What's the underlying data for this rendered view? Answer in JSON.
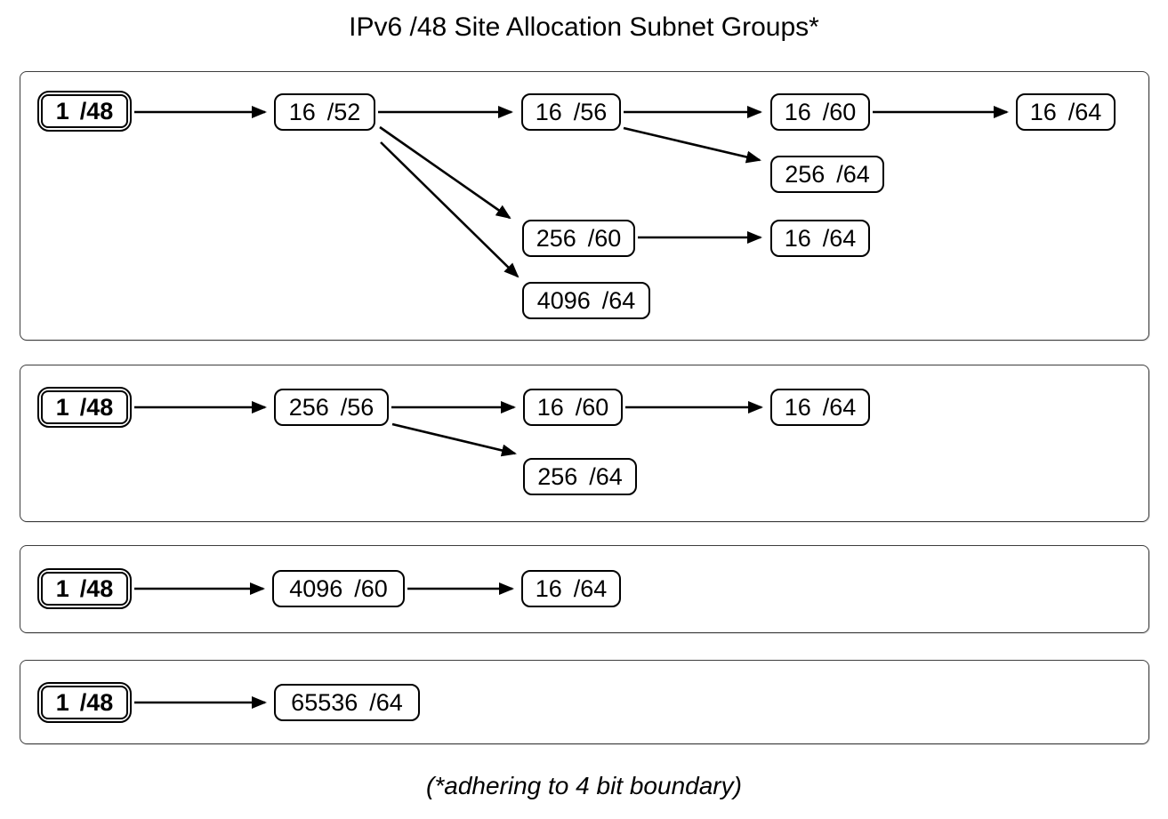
{
  "title": "IPv6 /48 Site Allocation Subnet Groups*",
  "footnote": "(*adhering to 4 bit boundary)",
  "colors": {
    "ink": "#000000",
    "panel_border": "#3d3d3d",
    "background": "#ffffff"
  },
  "groups": [
    {
      "name": "group-1",
      "nodes": [
        {
          "count": "1",
          "prefix": "/48",
          "root": true
        },
        {
          "count": "16",
          "prefix": "/52"
        },
        {
          "count": "16",
          "prefix": "/56"
        },
        {
          "count": "16",
          "prefix": "/60"
        },
        {
          "count": "16",
          "prefix": "/64"
        },
        {
          "count": "256",
          "prefix": "/64"
        },
        {
          "count": "256",
          "prefix": "/60"
        },
        {
          "count": "16",
          "prefix": "/64"
        },
        {
          "count": "4096",
          "prefix": "/64"
        }
      ],
      "edges": [
        {
          "from": "1 /48",
          "to": "16 /52"
        },
        {
          "from": "16 /52",
          "to": "16 /56"
        },
        {
          "from": "16 /56",
          "to": "16 /60"
        },
        {
          "from": "16 /60",
          "to": "16 /64"
        },
        {
          "from": "16 /56",
          "to": "256 /64"
        },
        {
          "from": "16 /52",
          "to": "256 /60"
        },
        {
          "from": "16 /52",
          "to": "4096 /64"
        },
        {
          "from": "256 /60",
          "to": "16 /64"
        }
      ]
    },
    {
      "name": "group-2",
      "nodes": [
        {
          "count": "1",
          "prefix": "/48",
          "root": true
        },
        {
          "count": "256",
          "prefix": "/56"
        },
        {
          "count": "16",
          "prefix": "/60"
        },
        {
          "count": "16",
          "prefix": "/64"
        },
        {
          "count": "256",
          "prefix": "/64"
        }
      ],
      "edges": [
        {
          "from": "1 /48",
          "to": "256 /56"
        },
        {
          "from": "256 /56",
          "to": "16 /60"
        },
        {
          "from": "16 /60",
          "to": "16 /64"
        },
        {
          "from": "256 /56",
          "to": "256 /64"
        }
      ]
    },
    {
      "name": "group-3",
      "nodes": [
        {
          "count": "1",
          "prefix": "/48",
          "root": true
        },
        {
          "count": "4096",
          "prefix": "/60"
        },
        {
          "count": "16",
          "prefix": "/64"
        }
      ],
      "edges": [
        {
          "from": "1 /48",
          "to": "4096 /60"
        },
        {
          "from": "4096 /60",
          "to": "16 /64"
        }
      ]
    },
    {
      "name": "group-4",
      "nodes": [
        {
          "count": "1",
          "prefix": "/48",
          "root": true
        },
        {
          "count": "65536",
          "prefix": "/64"
        }
      ],
      "edges": [
        {
          "from": "1 /48",
          "to": "65536 /64"
        }
      ]
    }
  ]
}
